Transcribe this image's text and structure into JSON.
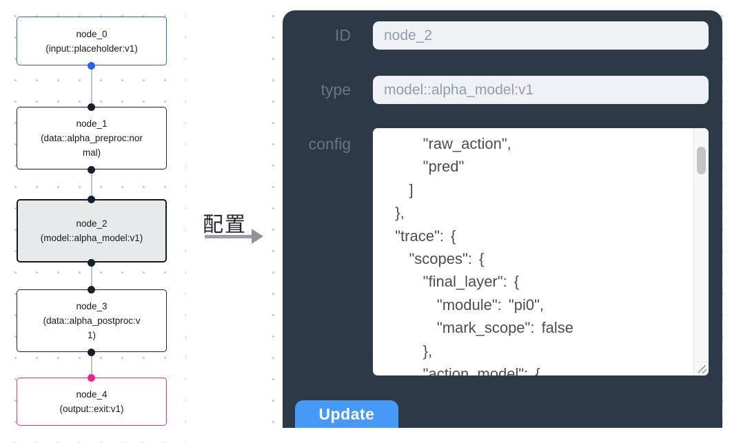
{
  "colors": {
    "panel_bg": "#2e3948",
    "accent_blue": "#4699f5",
    "node_input_border": "#2a66d9",
    "node_output_border": "#ee2d8c",
    "node_default_border": "#1a1f2b",
    "selected_node_bg": "#e8e9ea",
    "handle_dark": "#181f2c",
    "handle_input_blue": "#2563eb",
    "handle_output_pink": "#f0218c"
  },
  "flow": {
    "nodes": [
      {
        "id": "node_0",
        "title": "node_0",
        "subtitle": "(input::placeholder:v1)",
        "kind": "input",
        "selected": false
      },
      {
        "id": "node_1",
        "title": "node_1",
        "subtitle": "(data::alpha_preproc:normal)",
        "kind": "default",
        "selected": false
      },
      {
        "id": "node_2",
        "title": "node_2",
        "subtitle": "(model::alpha_model:v1)",
        "kind": "default",
        "selected": true
      },
      {
        "id": "node_3",
        "title": "node_3",
        "subtitle": "(data::alpha_postproc:v1)",
        "kind": "default",
        "selected": false
      },
      {
        "id": "node_4",
        "title": "node_4",
        "subtitle": "(output::exit:v1)",
        "kind": "output",
        "selected": false
      }
    ]
  },
  "connector": {
    "label": "配置",
    "arrow_icon": "arrow-right"
  },
  "panel": {
    "id_label": "ID",
    "id_value": "node_2",
    "type_label": "type",
    "type_value": "model::alpha_model:v1",
    "config_label": "config",
    "config_text": "      \"raw_action\",\n      \"pred\"\n    ]\n  },\n  \"trace\": {\n    \"scopes\": {\n      \"final_layer\": {\n        \"module\": \"pi0\",\n        \"mark_scope\": false\n      },\n      \"action_model\": {",
    "update_label": "Update"
  }
}
